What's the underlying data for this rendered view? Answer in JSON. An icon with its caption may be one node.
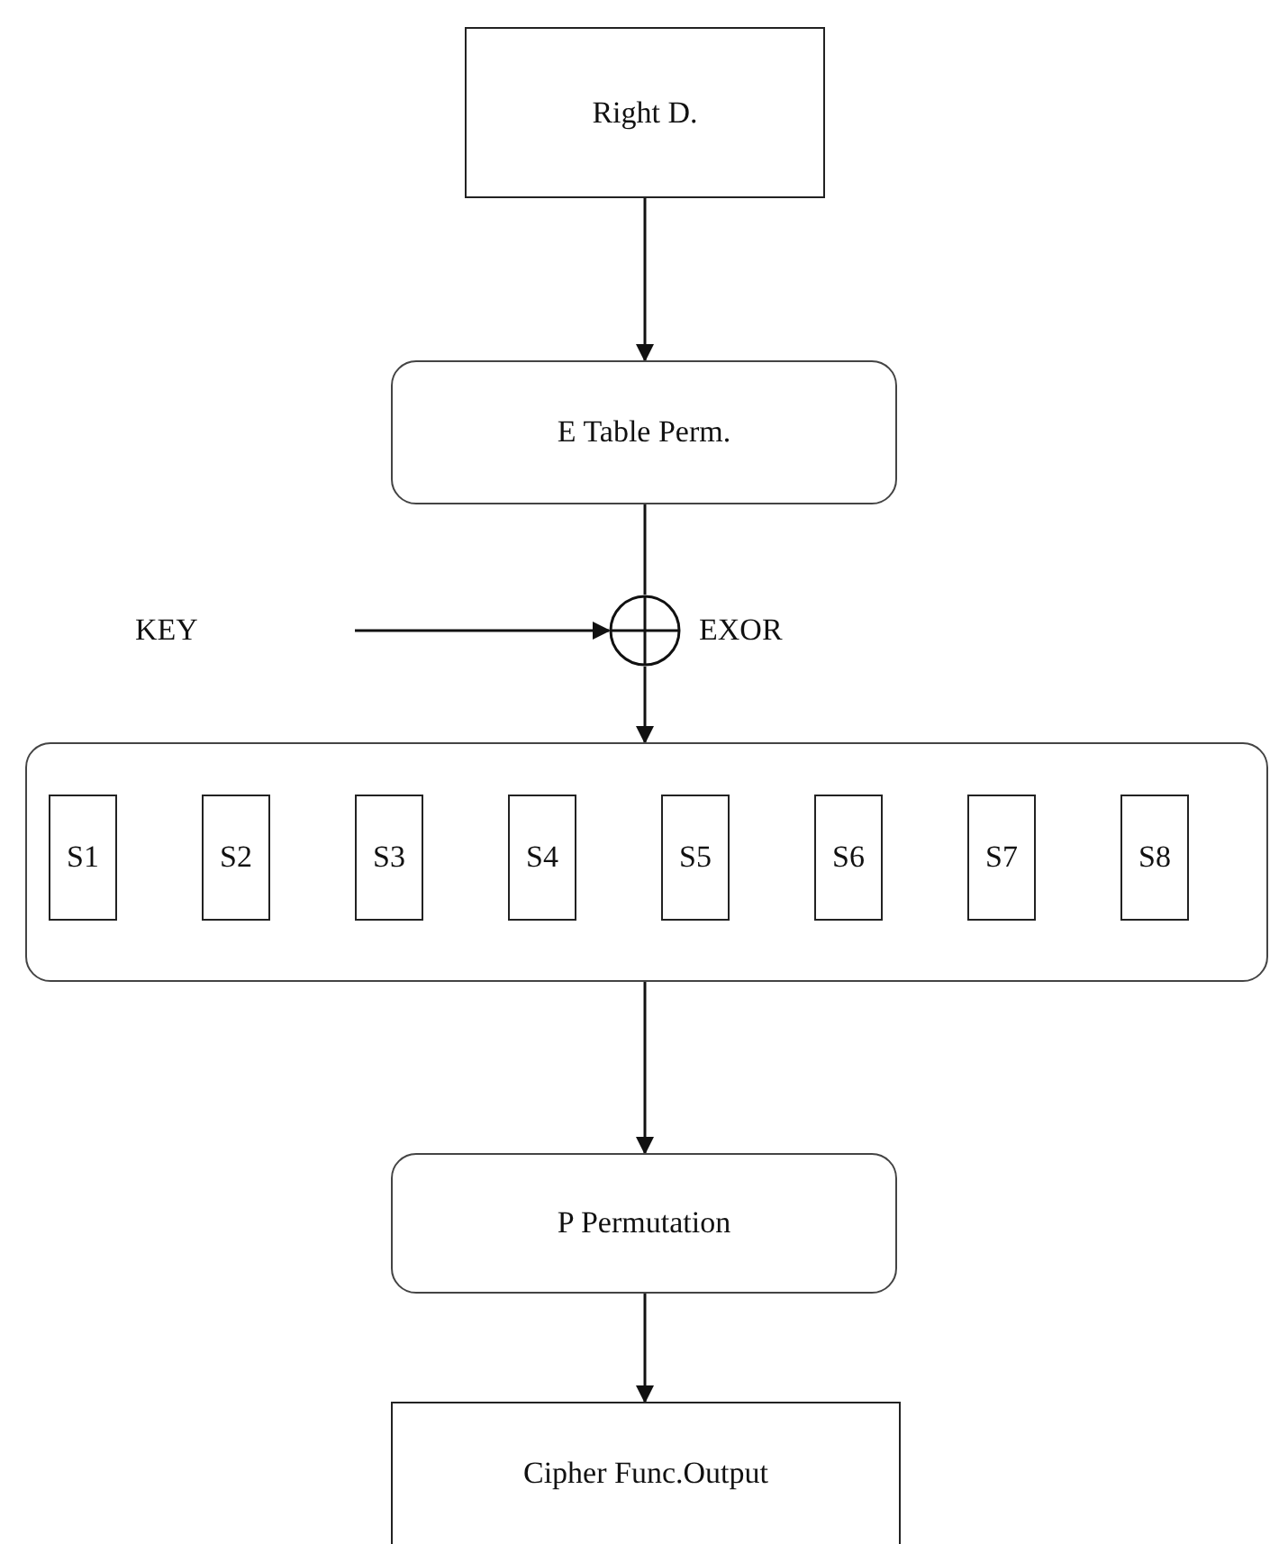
{
  "diagram": {
    "nodes": [
      {
        "text": [
          "Right D."
        ]
      },
      {
        "text": [
          "E Table Perm."
        ]
      },
      {
        "text": [],
        "shape": "circle",
        "beside": [
          "EXOR"
        ]
      },
      {
        "text": [],
        "shape": "box"
      },
      {
        "text": [
          "S1"
        ],
        "in": 3
      },
      {
        "text": [
          "S2"
        ],
        "in": 3
      },
      {
        "text": [
          "S3"
        ],
        "in": 3
      },
      {
        "text": [
          "S4"
        ],
        "in": 3
      },
      {
        "text": [
          "S5"
        ],
        "in": 3
      },
      {
        "text": [
          "S6"
        ],
        "in": 3
      },
      {
        "text": [
          "S7"
        ],
        "in": 3
      },
      {
        "text": [
          "S8"
        ],
        "in": 3
      },
      {
        "text": [
          "P Permutation"
        ]
      },
      {
        "text": [
          "Cipher Func.Output"
        ]
      }
    ],
    "edges": [
      {
        "from": 0,
        "to": 1,
        "arrow": "to"
      },
      {
        "from": 1,
        "to": 2,
        "arrow": "none"
      },
      {
        "from": null,
        "to": 2,
        "arrow": "to"
      },
      {
        "from": 2,
        "to": 3,
        "arrow": "to"
      },
      {
        "from": 3,
        "to": 12,
        "arrow": "to"
      },
      {
        "from": 12,
        "to": 13,
        "arrow": "to"
      }
    ],
    "labels": [
      "KEY"
    ]
  }
}
